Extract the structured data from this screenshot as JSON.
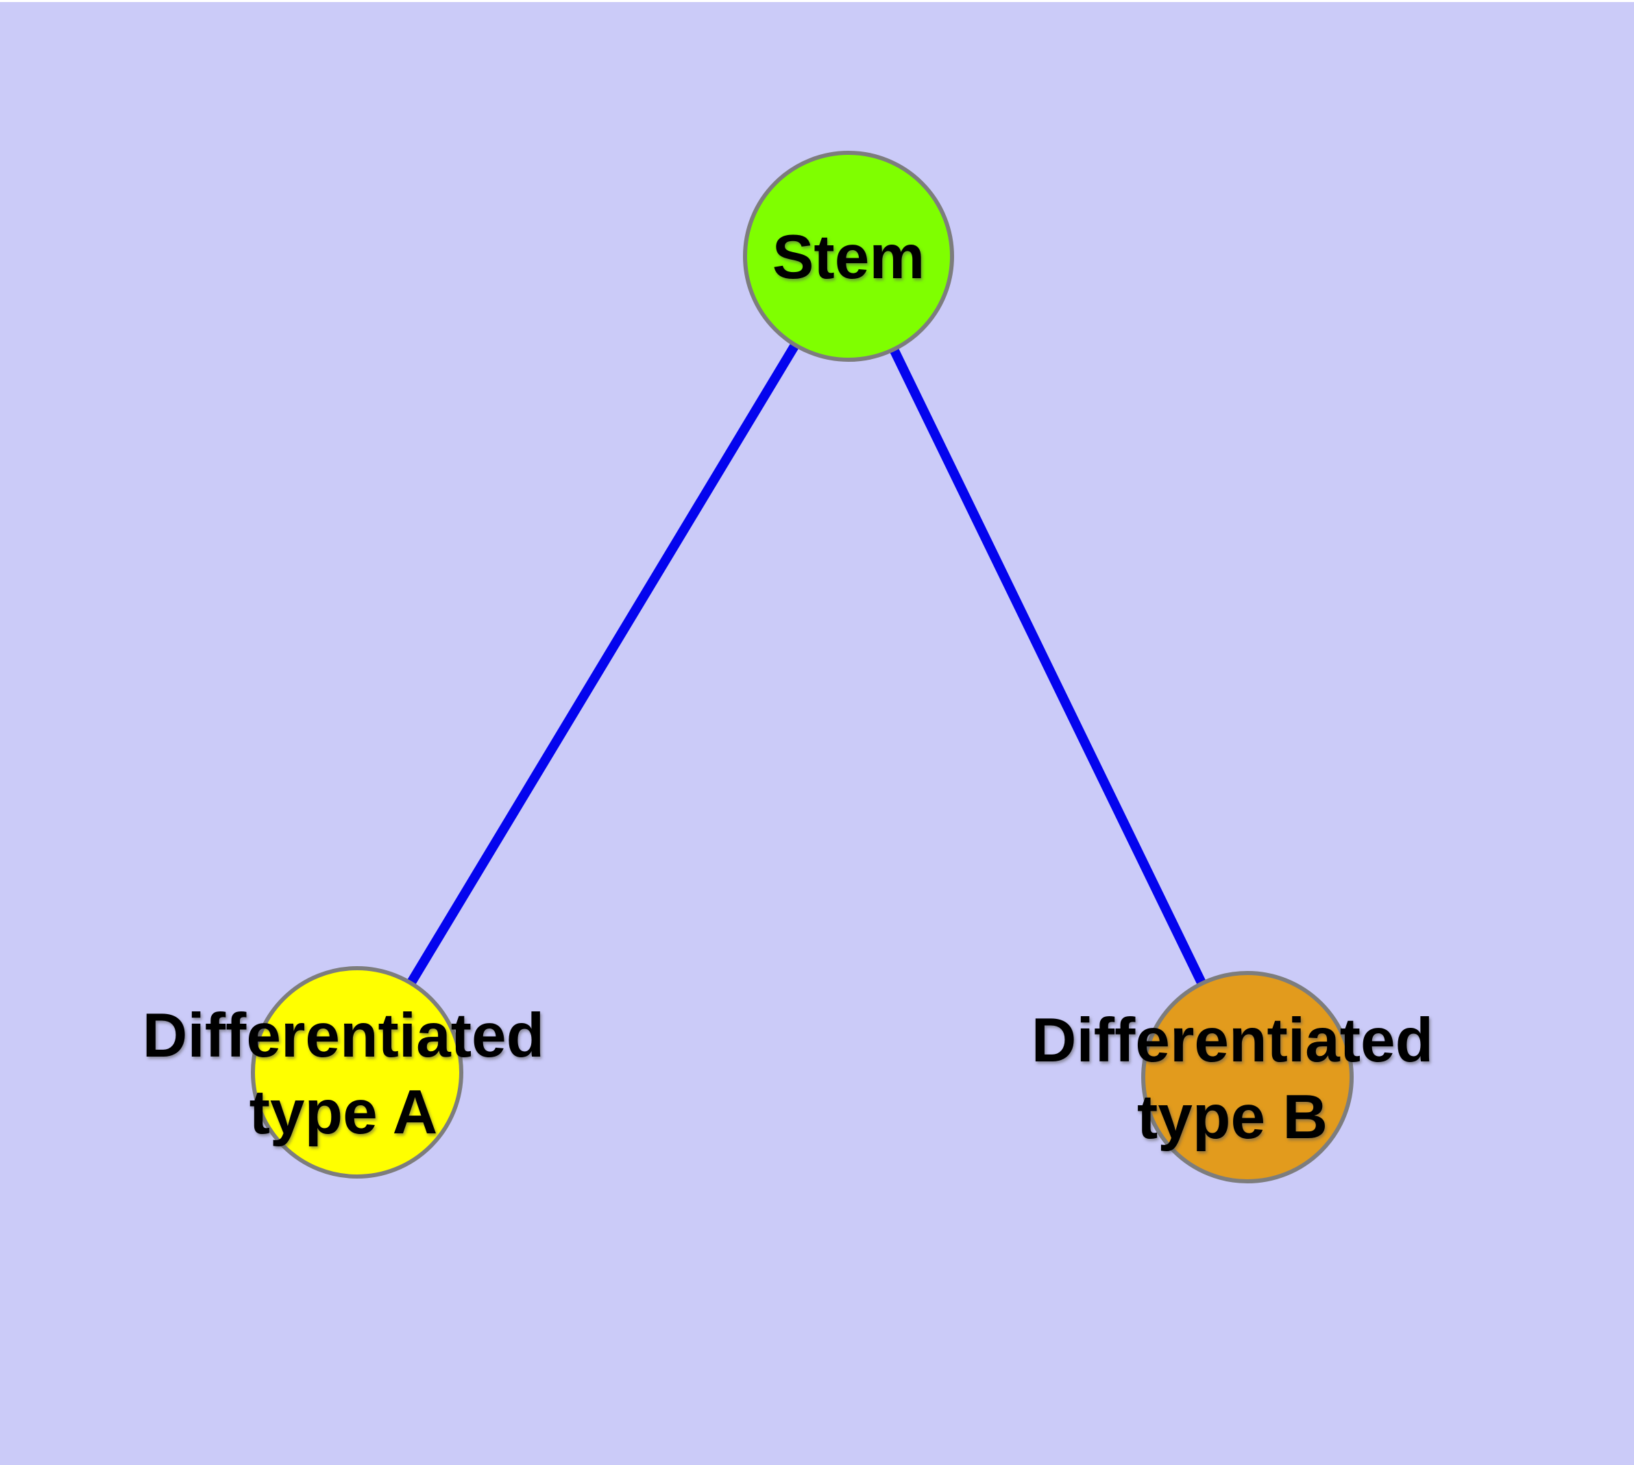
{
  "diagram": {
    "background_color": "#cbcbf8",
    "edge_color": "#0404ee",
    "node_border_color": "#7d7d7d",
    "nodes": {
      "stem": {
        "label": "Stem",
        "fill": "#7fff00"
      },
      "type_a": {
        "label": "Differentiated\ntype A",
        "fill": "#ffff00"
      },
      "type_b": {
        "label": "Differentiated\ntype B",
        "fill": "#e29b1d"
      }
    },
    "edges": [
      {
        "from": "stem",
        "to": "type_a"
      },
      {
        "from": "stem",
        "to": "type_b"
      }
    ]
  }
}
